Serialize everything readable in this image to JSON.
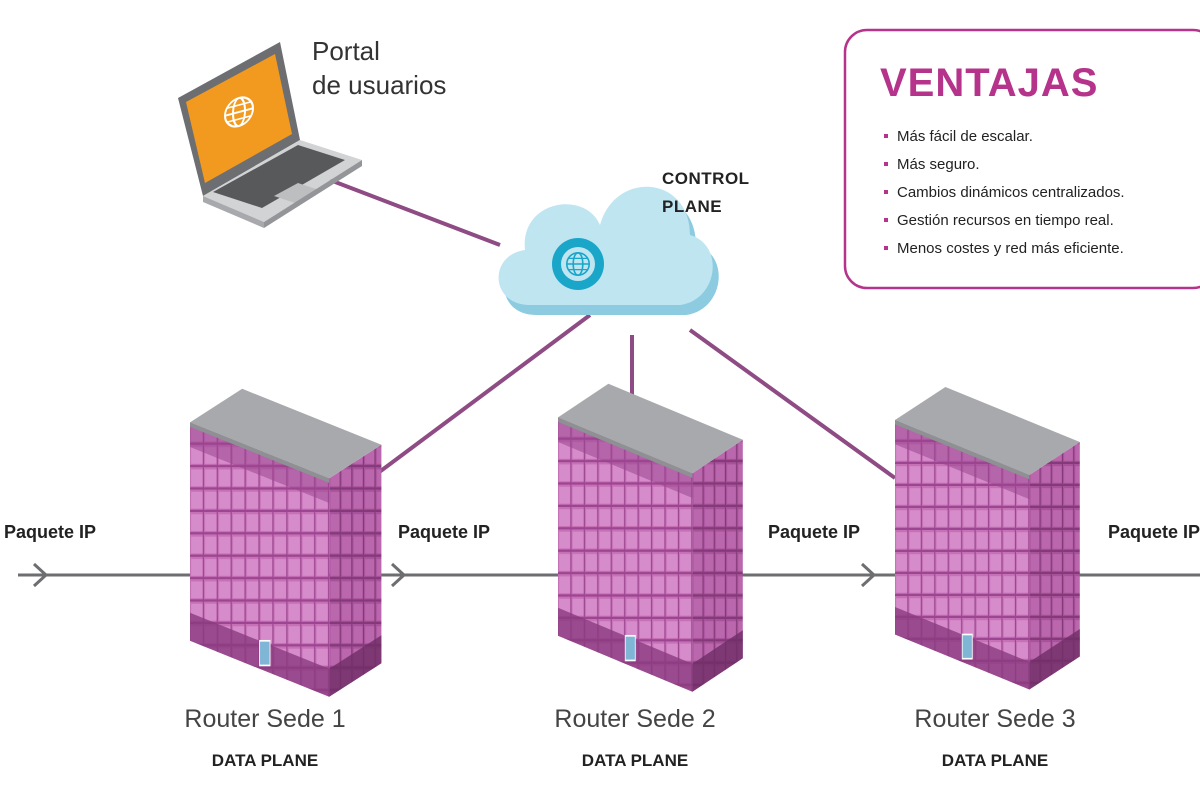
{
  "portal": {
    "line1": "Portal",
    "line2": "de usuarios"
  },
  "control_plane": {
    "line1": "CONTROL",
    "line2": "PLANE"
  },
  "ventajas": {
    "title": "VENTAJAS",
    "items": [
      "Más fácil de escalar.",
      "Más seguro.",
      "Cambios dinámicos centralizados.",
      "Gestión recursos en tiempo real.",
      "Menos costes y red más eficiente."
    ]
  },
  "packets": [
    "Paquete IP",
    "Paquete IP",
    "Paquete IP",
    "Paquete IP"
  ],
  "routers": [
    {
      "name": "Router Sede 1",
      "plane": "DATA PLANE"
    },
    {
      "name": "Router Sede 2",
      "plane": "DATA PLANE"
    },
    {
      "name": "Router Sede 3",
      "plane": "DATA PLANE"
    }
  ],
  "colors": {
    "accent": "#b5338a",
    "building_front": "#c467b3",
    "building_side": "#a64d98",
    "roof": "#a7a9ac",
    "cloud": "#b9e3f0",
    "laptop_screen": "#f29a1f",
    "connector": "#8e4b84",
    "data_line": "#6d6e71"
  }
}
